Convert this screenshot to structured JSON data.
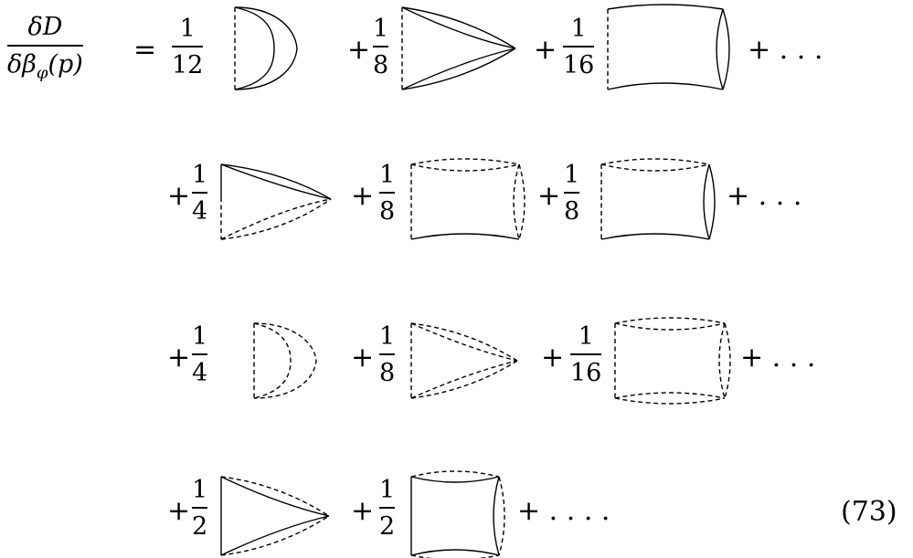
{
  "equation": {
    "lhs_numerator": "δD",
    "lhs_denominator": "δβ_φ(p)",
    "lhs_denominator_parts": {
      "beta": "δβ",
      "sub": "φ",
      "arg": "(p)"
    },
    "equals": "=",
    "plus": "+",
    "ellipsis": "+ . . .",
    "final_ellipsis": "+ . . . .",
    "number": "(73)"
  },
  "rows": [
    {
      "coefficients": [
        {
          "num": "1",
          "den": "12"
        },
        {
          "num": "1",
          "den": "8"
        },
        {
          "num": "1",
          "den": "16"
        }
      ]
    },
    {
      "coefficients": [
        {
          "num": "1",
          "den": "4"
        },
        {
          "num": "1",
          "den": "8"
        },
        {
          "num": "1",
          "den": "8"
        }
      ]
    },
    {
      "coefficients": [
        {
          "num": "1",
          "den": "4"
        },
        {
          "num": "1",
          "den": "8"
        },
        {
          "num": "1",
          "den": "16"
        }
      ]
    },
    {
      "coefficients": [
        {
          "num": "1",
          "den": "2"
        },
        {
          "num": "1",
          "den": "2"
        }
      ]
    }
  ],
  "diagrams": [
    {
      "name": "row1-double-arc-solid",
      "style": "solid-arcs, dashed-left"
    },
    {
      "name": "row1-triangle-solid",
      "style": "solid"
    },
    {
      "name": "row1-box-solid",
      "style": "solid"
    },
    {
      "name": "row2-triangle-mixed",
      "style": "solid-top, dashed-bottom"
    },
    {
      "name": "row2-box-mixed",
      "style": "dashed-top, solid-bottom"
    },
    {
      "name": "row2-box-mixed-right",
      "style": "dashed-top, solid-bottom, solid-right"
    },
    {
      "name": "row3-double-arc-dashed",
      "style": "dashed"
    },
    {
      "name": "row3-triangle-dashed",
      "style": "dashed"
    },
    {
      "name": "row3-box-dashed",
      "style": "dashed"
    },
    {
      "name": "row4-triangle-mixed",
      "style": "dashed-outer, solid-inner"
    },
    {
      "name": "row4-box-mixed",
      "style": "dashed-outer, solid-inner"
    }
  ]
}
